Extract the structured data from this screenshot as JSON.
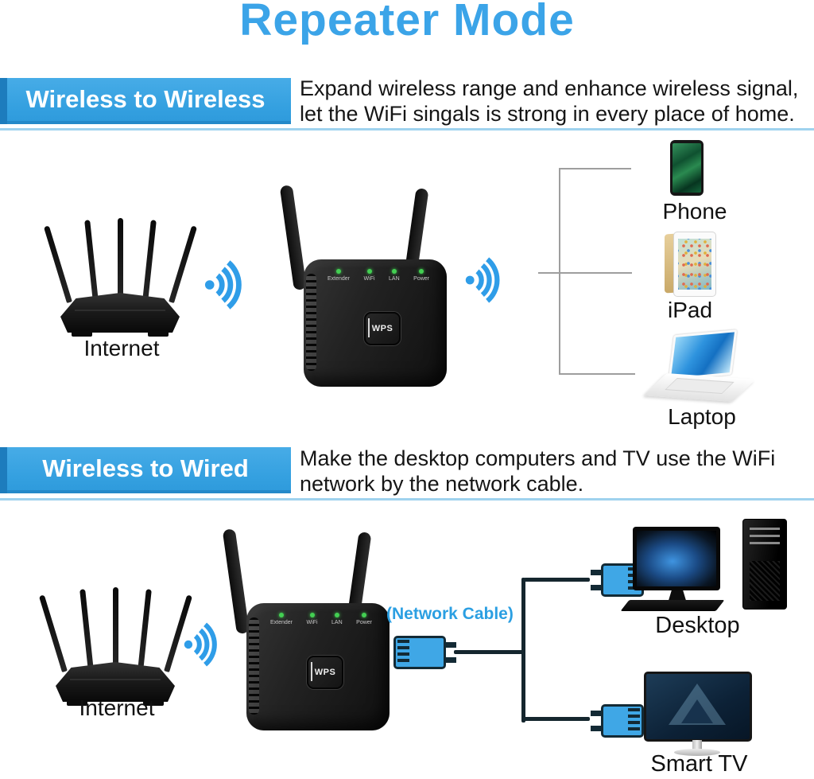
{
  "title": "Repeater Mode",
  "section1": {
    "banner": "Wireless to Wireless",
    "desc_line1": "Expand wireless range and enhance wireless signal,",
    "desc_line2": "let the WiFi singals is strong in every place of home.",
    "internet_label": "Internet",
    "phone_label": "Phone",
    "ipad_label": "iPad",
    "laptop_label": "Laptop"
  },
  "section2": {
    "banner": "Wireless to Wired",
    "desc_line1": "Make the desktop computers and TV use the WiFi",
    "desc_line2": "network by the network cable.",
    "internet_label": "Internet",
    "cable_label": "(Network Cable)",
    "desktop_label": "Desktop",
    "smart_tv_label": "Smart TV"
  },
  "repeater": {
    "led_labels": [
      "Extender",
      "WiFi",
      "LAN",
      "Power"
    ],
    "wps_button": "WPS"
  },
  "colors": {
    "title_blue": "#3ba4e8",
    "banner_blue": "#34a0e0",
    "banner_edge_blue": "#1d7cbd",
    "wifi_icon_blue": "#2f9de8",
    "cable_label_blue": "#2b9fe2",
    "led_green": "#43cf52",
    "cable_dark": "#15262e",
    "bracket_gray": "#9e9e9e"
  }
}
